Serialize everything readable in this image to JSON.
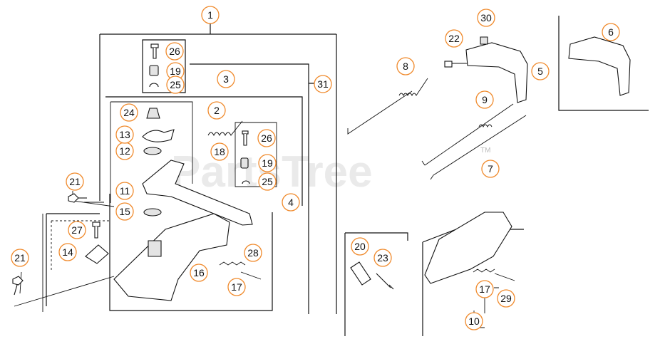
{
  "diagram": {
    "watermark": "PartsTree",
    "watermark_tm": "TM",
    "callouts": {
      "c1": "1",
      "c2": "2",
      "c3": "3",
      "c4": "4",
      "c5": "5",
      "c6": "6",
      "c7": "7",
      "c8": "8",
      "c9": "9",
      "c10": "10",
      "c11": "11",
      "c12": "12",
      "c13": "13",
      "c14": "14",
      "c15": "15",
      "c16": "16",
      "c17a": "17",
      "c17b": "17",
      "c18": "18",
      "c19a": "19",
      "c19b": "19",
      "c20": "20",
      "c21a": "21",
      "c21b": "21",
      "c22": "22",
      "c23": "23",
      "c24": "24",
      "c25a": "25",
      "c25b": "25",
      "c26a": "26",
      "c26b": "26",
      "c27": "27",
      "c28": "28",
      "c29": "29",
      "c30": "30",
      "c31": "31"
    },
    "callout_color": "#f08a2c",
    "line_color": "#111111"
  }
}
